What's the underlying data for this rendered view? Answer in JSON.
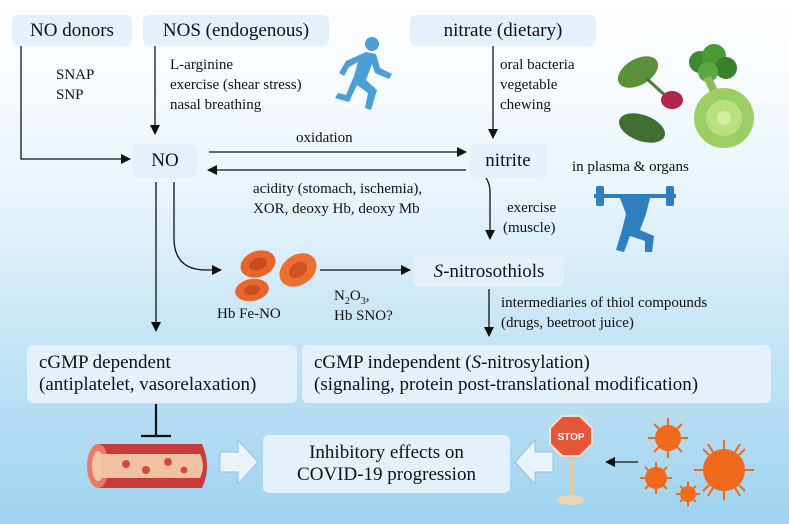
{
  "boxes": {
    "no_donors": "NO donors",
    "nos": "NOS (endogenous)",
    "nitrate": "nitrate (dietary)",
    "no": "NO",
    "nitrite": "nitrite",
    "snitrosothiols_italic": "S",
    "snitrosothiols_rest": "-nitrosothiols",
    "cgmp_dep_line1": "cGMP dependent",
    "cgmp_dep_line2": "(antiplatelet, vasorelaxation)",
    "cgmp_indep_line1_a": "cGMP independent (",
    "cgmp_indep_line1_italic": "S",
    "cgmp_indep_line1_b": "-nitrosylation)",
    "cgmp_indep_line2": "(signaling, protein post-translational modification)",
    "inhibitory_line1": "Inhibitory effects on",
    "inhibitory_line2": "COVID-19 progression"
  },
  "labels": {
    "snap": "SNAP",
    "snp": "SNP",
    "l_arginine": "L-arginine",
    "exercise_shear": "exercise (shear stress)",
    "nasal": "nasal breathing",
    "oral_bacteria": "oral bacteria",
    "vegetable": "vegetable",
    "chewing": "chewing",
    "oxidation": "oxidation",
    "in_plasma": "in plasma & organs",
    "acidity": "acidity (stomach, ischemia),",
    "xor": "XOR, deoxy Hb, deoxy Mb",
    "exercise_muscle_1": "exercise",
    "exercise_muscle_2": "(muscle)",
    "hb_fe_no": "Hb Fe-NO",
    "n2o3_a": "N",
    "n2o3_sub1": "2",
    "n2o3_b": "O",
    "n2o3_sub2": "3",
    "n2o3_c": ",",
    "hb_sno": "Hb SNO?",
    "intermediaries": "intermediaries of thiol compounds",
    "drugs": "(drugs, beetroot juice)",
    "stop": "STOP"
  },
  "colors": {
    "box_fill": "#e3f1fa",
    "runner": "#4a9fd6",
    "lifter": "#2f7fc0",
    "rbc": "#e8662c",
    "virus": "#ef6a1a",
    "stop_sign": "#e4553a",
    "open_arrow": "#c6def0"
  }
}
